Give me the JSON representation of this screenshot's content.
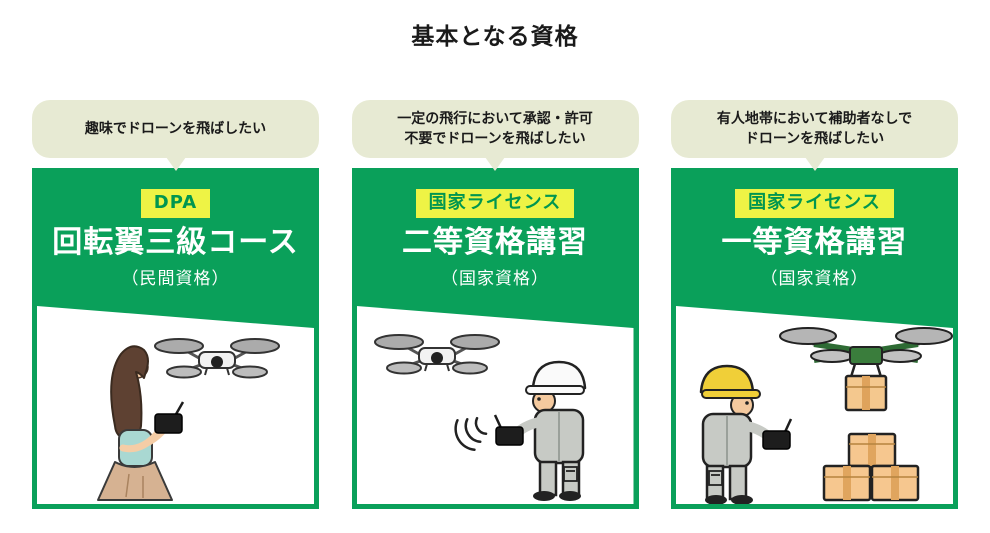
{
  "title": "基本となる資格",
  "colors": {
    "card_green": "#0aa05a",
    "badge_yellow": "#eef345",
    "badge_text_green": "#009650",
    "bubble_beige": "#e7ead3",
    "title_text": "#1a1a1a",
    "card_text": "#ffffff"
  },
  "cards": [
    {
      "bubble": "趣味でドローンを飛ばしたい",
      "badge": "DPA",
      "name": "回転翼三級コース",
      "qualification": "（民間資格）",
      "illustration": "woman-flying-drone-as-hobby"
    },
    {
      "bubble": "一定の飛行において承認・許可\n不要でドローンを飛ばしたい",
      "badge": "国家ライセンス",
      "name": "二等資格講習",
      "qualification": "（国家資格）",
      "illustration": "worker-flying-drone-with-signal"
    },
    {
      "bubble": "有人地帯において補助者なしで\nドローンを飛ばしたい",
      "badge": "国家ライセンス",
      "name": "一等資格講習",
      "qualification": "（国家資格）",
      "illustration": "worker-with-delivery-drone-and-boxes"
    }
  ]
}
